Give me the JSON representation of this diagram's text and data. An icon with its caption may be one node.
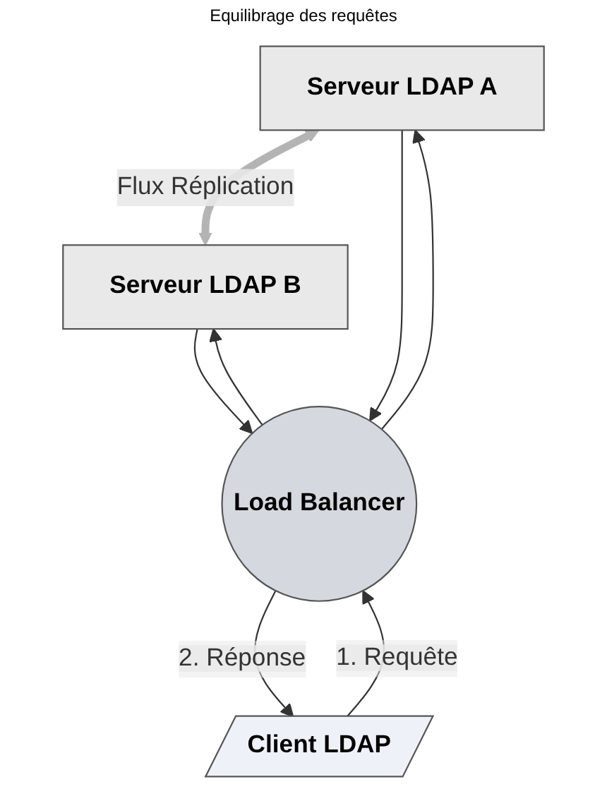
{
  "diagram": {
    "nodes": [
      {
        "text": [
          "Serveur LDAP A"
        ]
      },
      {
        "text": [
          "Serveur LDAP B"
        ]
      },
      {
        "text": [
          "Load Balancer"
        ]
      },
      {
        "text": [
          "Client LDAP"
        ]
      }
    ],
    "edges": [
      {
        "from": 0,
        "to": 1,
        "arrow": "both",
        "label": "Flux Réplication",
        "style": "thick",
        "color": "#b4b4b4"
      },
      {
        "from": 0,
        "to": 2,
        "arrow": "to"
      },
      {
        "from": 2,
        "to": 0,
        "arrow": "to"
      },
      {
        "from": 2,
        "to": 1,
        "arrow": "to"
      },
      {
        "from": 1,
        "to": 2,
        "arrow": "to"
      },
      {
        "from": 3,
        "to": 2,
        "arrow": "to",
        "label": "1. Requête"
      },
      {
        "from": 2,
        "to": 3,
        "arrow": "to",
        "label": "2. Réponse"
      }
    ],
    "labels": [
      "Equilibrage des requêtes"
    ]
  }
}
